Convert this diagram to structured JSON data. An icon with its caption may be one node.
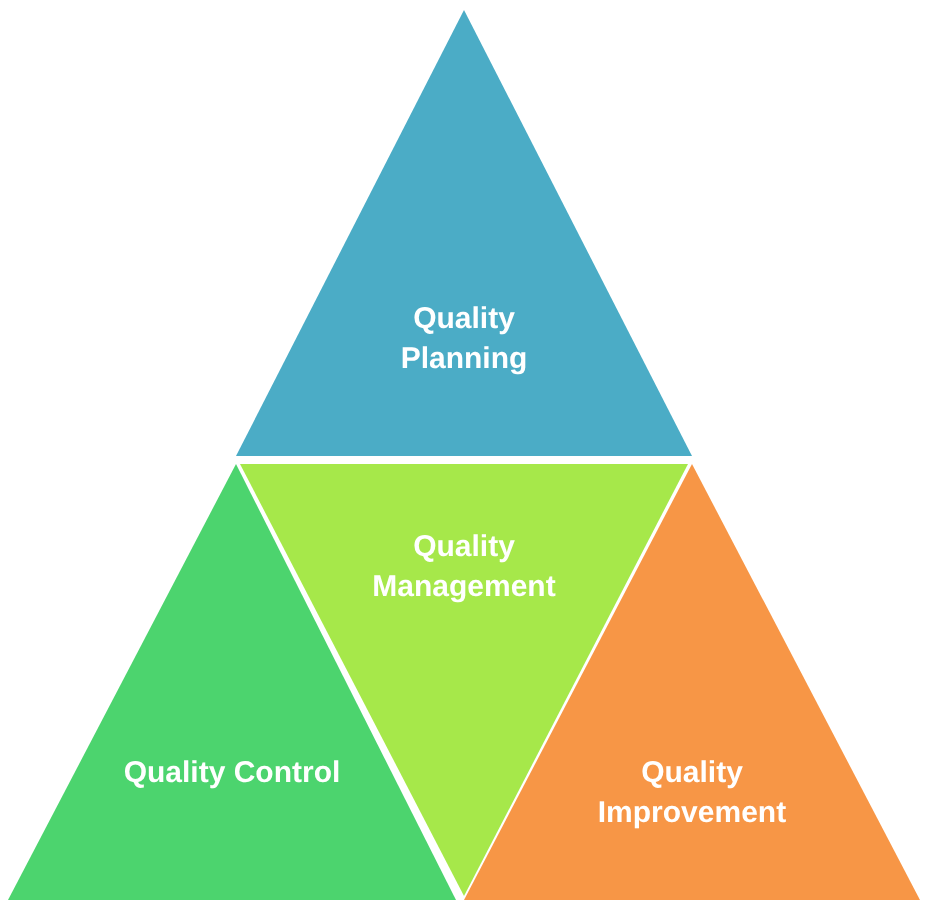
{
  "diagram": {
    "nodes": [
      {
        "text": [
          "Quality Planning"
        ]
      },
      {
        "text": [
          "Quality Control"
        ]
      },
      {
        "text": [
          "Quality Management"
        ]
      },
      {
        "text": [
          "Quality Improvement"
        ]
      }
    ]
  }
}
